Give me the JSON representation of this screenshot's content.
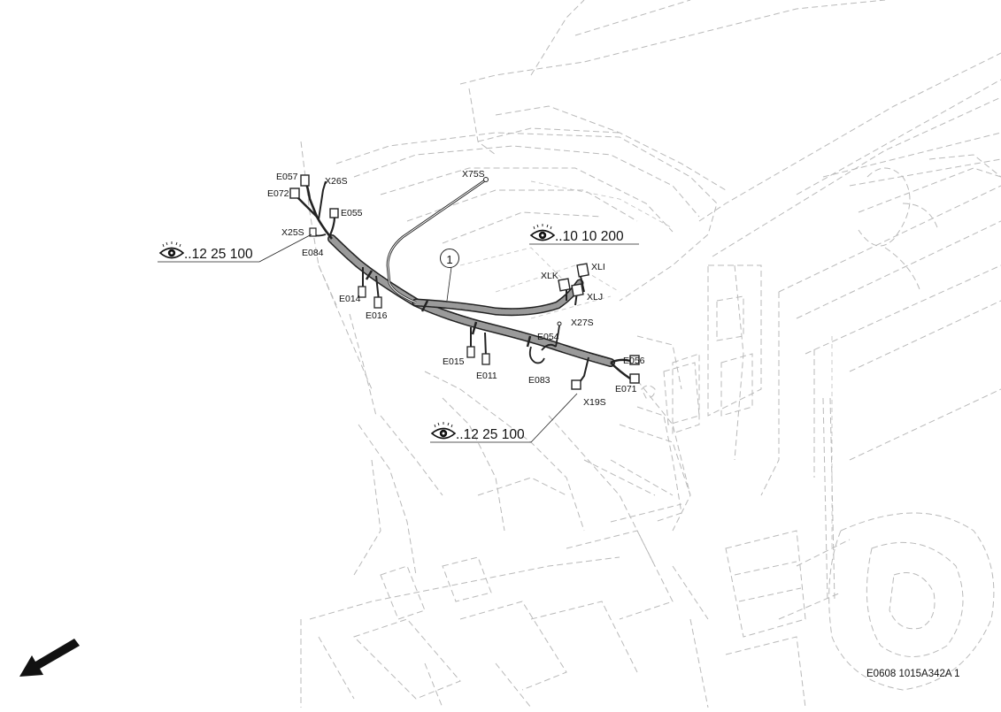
{
  "diagram": {
    "callout_number": "1",
    "references": [
      {
        "id": "ref-left",
        "text": "..12 25 100"
      },
      {
        "id": "ref-top",
        "text": "..10 10 200"
      },
      {
        "id": "ref-bottom",
        "text": "..12 25 100"
      }
    ],
    "connectors": {
      "E057": "E057",
      "E072": "E072",
      "X26S": "X26S",
      "E055": "E055",
      "X25S": "X25S",
      "E084": "E084",
      "X75S": "X75S",
      "XLK": "XLK",
      "XLI": "XLI",
      "XLJ": "XLJ",
      "E014": "E014",
      "E016": "E016",
      "X27S": "X27S",
      "E054": "E054",
      "E015": "E015",
      "E011": "E011",
      "E083": "E083",
      "E056": "E056",
      "E071": "E071",
      "X19S": "X19S"
    },
    "drawing_code": "E0608 1015A342A 1"
  }
}
